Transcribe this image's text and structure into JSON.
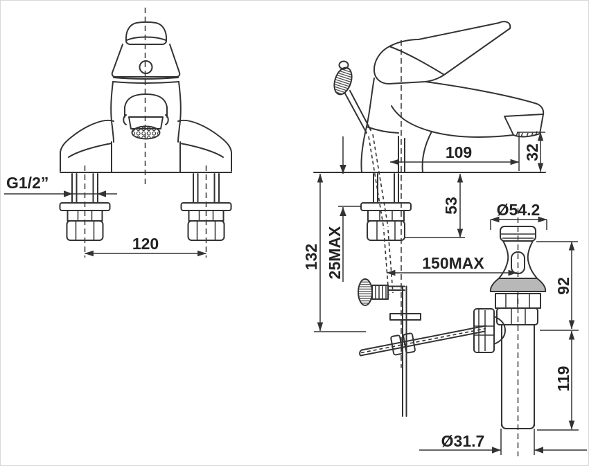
{
  "drawing": {
    "kind": "faucet installation dimension drawing",
    "background": "#ffffff",
    "line_color": "#333333",
    "front_view": {
      "thread_size": "G1/2”",
      "shank_spacing": "120"
    },
    "side_view": {
      "spout_reach": "109",
      "spout_outlet_height": "32",
      "shank_length_below_deck": "53",
      "lift_rod_drop": "132",
      "deck_thickness_max": "25MAX",
      "drain_offset_max": "150MAX"
    },
    "drain": {
      "stopper_head_diameter": "Ø54.2",
      "upper_body_length": "92",
      "tailpipe_length": "119",
      "tailpipe_diameter": "Ø31.7"
    }
  }
}
